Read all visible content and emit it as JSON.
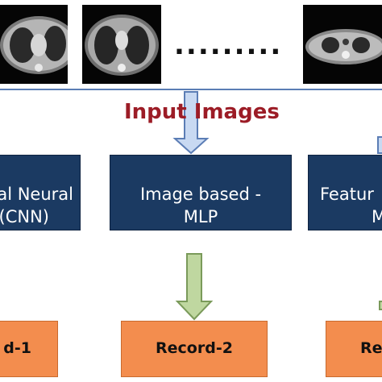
{
  "header": {
    "title": "Input Images",
    "ellipsis": "........."
  },
  "models": [
    {
      "line1": "nal Neural",
      "line2": "(CNN)"
    },
    {
      "line1": "Image  based -",
      "line2": "MLP"
    },
    {
      "line1": "Featur",
      "line2": "M"
    }
  ],
  "records": [
    {
      "label": "d-1"
    },
    {
      "label": "Record-2"
    },
    {
      "label": "Rec"
    }
  ],
  "colors": {
    "box_fill": "#1b3a62",
    "record_fill": "#f38d4e",
    "title": "#9c1c26",
    "arrow_blue": "#c8d9f2",
    "arrow_green": "#bfd7a0"
  }
}
